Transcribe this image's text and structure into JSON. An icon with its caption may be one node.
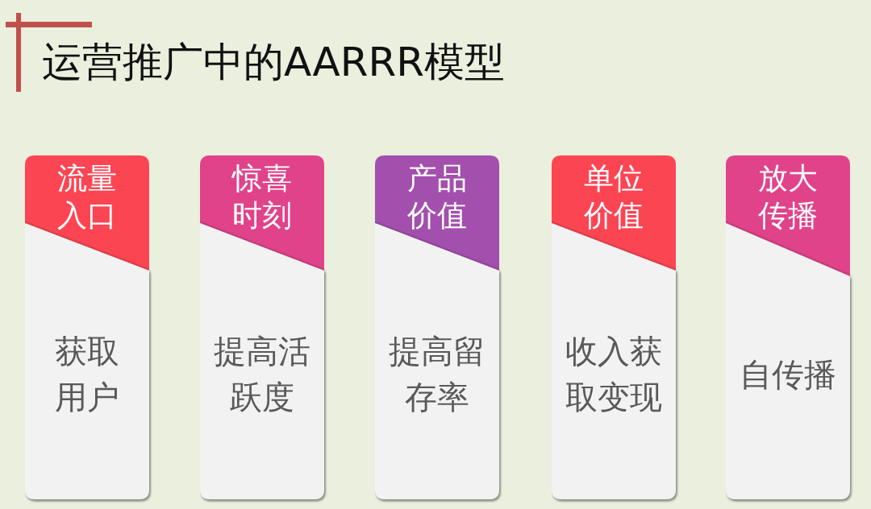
{
  "diagram": {
    "title": "运营推广中的AARRR模型",
    "nodes": [
      {
        "text": [
          "流量入口",
          "获取用户"
        ]
      },
      {
        "text": [
          "惊喜时刻",
          "提高活跃度"
        ]
      },
      {
        "text": [
          "产品价值",
          "提高留存率"
        ]
      },
      {
        "text": [
          "单位价值",
          "收入获取变现"
        ]
      },
      {
        "text": [
          "放大传播",
          "自传播"
        ]
      }
    ]
  }
}
